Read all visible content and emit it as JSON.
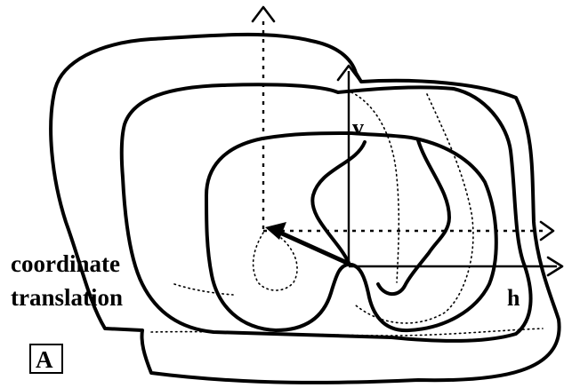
{
  "labels": {
    "v": "v",
    "h": "h",
    "coordinate": "coordinate",
    "translation": "translation",
    "panel": "A"
  }
}
